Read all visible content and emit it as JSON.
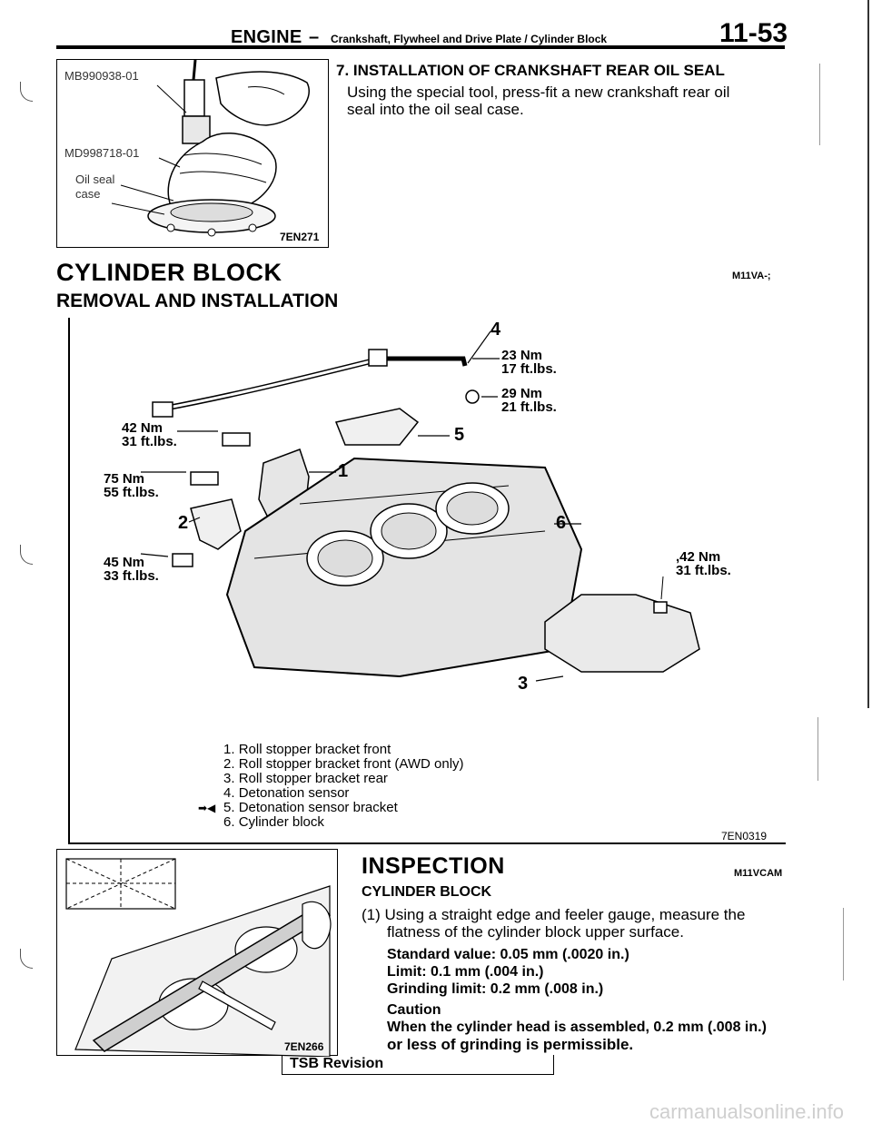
{
  "header": {
    "section": "ENGINE",
    "dash": "–",
    "subtitle": "Crankshaft, Flywheel and Drive Plate / Cylinder Block",
    "page": "11-53"
  },
  "figure_oil_seal": {
    "labels": [
      "MB990938-01",
      "MD998718-01",
      "Oil seal",
      "case"
    ],
    "code": "7EN271"
  },
  "step7": {
    "title": "7. INSTALLATION OF CRANKSHAFT REAR OIL SEAL",
    "text_line1": "Using the special tool, press-fit a new crankshaft rear oil",
    "text_line2": "seal into the oil seal case."
  },
  "cylinder_block": {
    "title": "CYLINDER BLOCK",
    "code": "M11VA-;",
    "subtitle": "REMOVAL AND INSTALLATION"
  },
  "exploded_view": {
    "callouts": [
      {
        "num": "4"
      },
      {
        "num": "5"
      },
      {
        "num": "1"
      },
      {
        "num": "2"
      },
      {
        "num": "6"
      },
      {
        "num": "3"
      }
    ],
    "torques": [
      {
        "nm": "23 Nm",
        "ftlbs": "17 ft.lbs."
      },
      {
        "nm": "29 Nm",
        "ftlbs": "21 ft.lbs."
      },
      {
        "nm": "42 Nm",
        "ftlbs": "31 ft.lbs."
      },
      {
        "nm": "75 Nm",
        "ftlbs": "55 ft.lbs."
      },
      {
        "nm": "45 Nm",
        "ftlbs": "33 ft.lbs."
      },
      {
        "nm": ",42 Nm",
        "ftlbs": "31 ft.lbs."
      }
    ],
    "legend": [
      {
        "num": "1.",
        "text": "Roll stopper bracket front"
      },
      {
        "num": "2.",
        "text": "Roll stopper bracket front (AWD only)"
      },
      {
        "num": "3.",
        "text": "Roll stopper bracket rear"
      },
      {
        "num": "4.",
        "text": "Detonation sensor"
      },
      {
        "num": "5.",
        "text": "Detonation sensor bracket"
      },
      {
        "num": "6.",
        "text": "Cylinder block"
      }
    ],
    "legend_marker": "➡◀",
    "figure_code": "7EN0319"
  },
  "inspection": {
    "title": "INSPECTION",
    "code": "M11VCAM",
    "sub": "CYLINDER BLOCK",
    "step1_line1": "(1) Using a straight edge and feeler gauge, measure the",
    "step1_line2": "flatness of the cylinder block upper surface.",
    "standard": "Standard value: 0.05 mm (.0020 in.)",
    "limit": "Limit: 0.1 mm (.004 in.)",
    "grinding": "Grinding limit: 0.2 mm (.008 in.)",
    "caution_label": "Caution",
    "caution_line1": "When the cylinder head is assembled, 0.2 mm (.008 in.)",
    "caution_line2": "or less of grinding is permissible.",
    "figure_code": "7EN266"
  },
  "footer": {
    "tsb": "TSB Revision",
    "watermark": "carmanualsonline.info"
  }
}
